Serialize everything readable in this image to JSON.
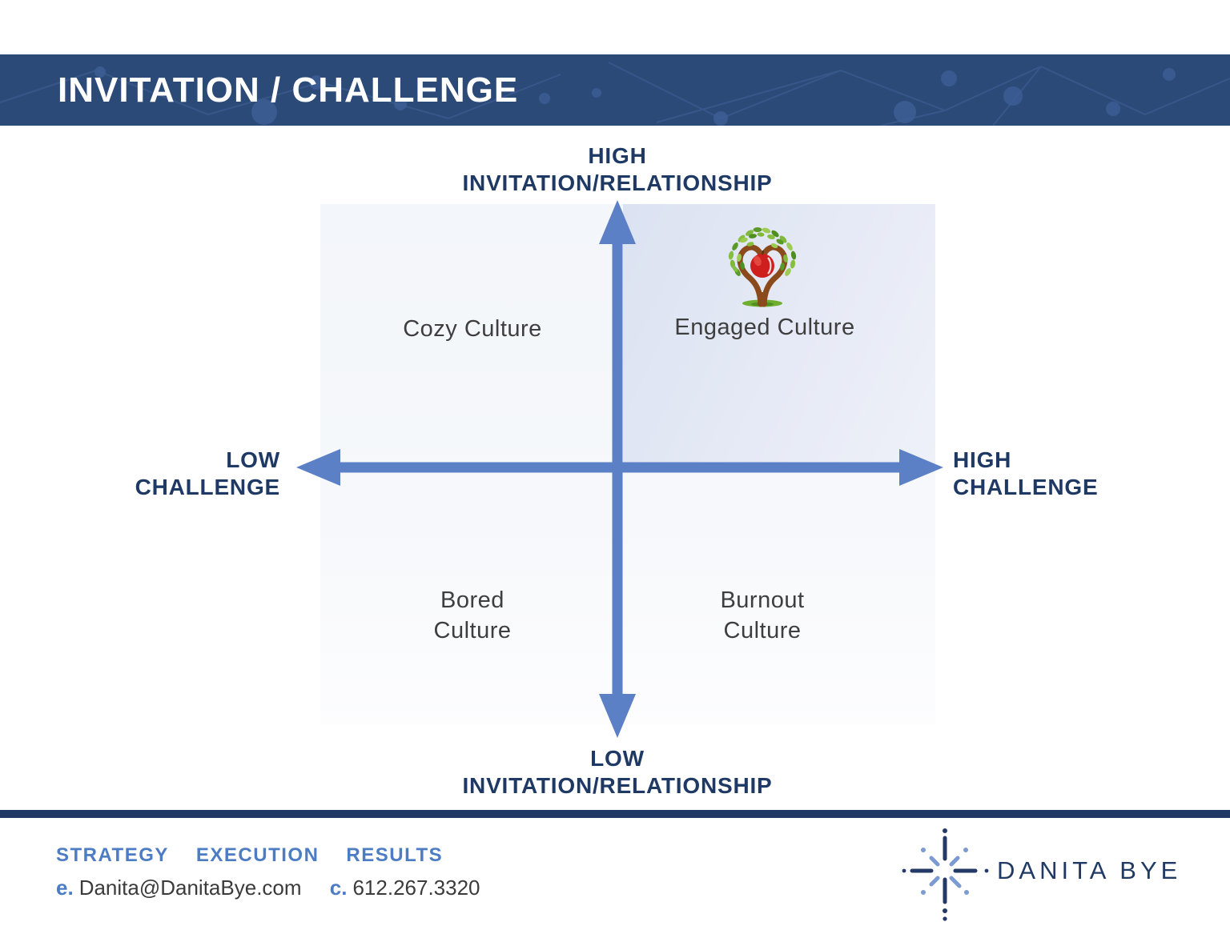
{
  "header": {
    "title": "INVITATION / CHALLENGE"
  },
  "chart": {
    "type": "quadrant-diagram",
    "axes": {
      "top_line1": "HIGH",
      "top_line2": "INVITATION/RELATIONSHIP",
      "bottom_line1": "LOW",
      "bottom_line2": "INVITATION/RELATIONSHIP",
      "left_line1": "LOW",
      "left_line2": "CHALLENGE",
      "right_line1": "HIGH",
      "right_line2": "CHALLENGE"
    },
    "quadrants": [
      {
        "position": "top-left",
        "label_line1": "Cozy Culture",
        "label_line2": "",
        "highlighted": false,
        "icon": null
      },
      {
        "position": "top-right",
        "label_line1": "Engaged Culture",
        "label_line2": "",
        "highlighted": true,
        "icon": "heart-tree-apple-logo"
      },
      {
        "position": "bottom-left",
        "label_line1": "Bored",
        "label_line2": "Culture",
        "highlighted": false,
        "icon": null
      },
      {
        "position": "bottom-right",
        "label_line1": "Burnout",
        "label_line2": "Culture",
        "highlighted": false,
        "icon": null
      }
    ]
  },
  "footer": {
    "tagline_word1": "STRATEGY",
    "tagline_word2": "EXECUTION",
    "tagline_word3": "RESULTS",
    "email_prefix": "e.",
    "email": "Danita@DanitaBye.com",
    "phone_prefix": "c.",
    "phone": "612.267.3320",
    "brand_name": "DANITA BYE",
    "brand_icon": "starburst-logo"
  },
  "colors": {
    "header_bg": "#2b4a78",
    "navy_text": "#1f3965",
    "axis_arrow": "#5b80c5",
    "highlight_quadrant": "#dfe6f4",
    "footer_accent_blue": "#4c7cc4",
    "body_text": "#3b3b3b",
    "apple_red": "#ce1e1e",
    "leaf_green": "#7fb83a",
    "trunk_brown": "#8a4a1c"
  }
}
